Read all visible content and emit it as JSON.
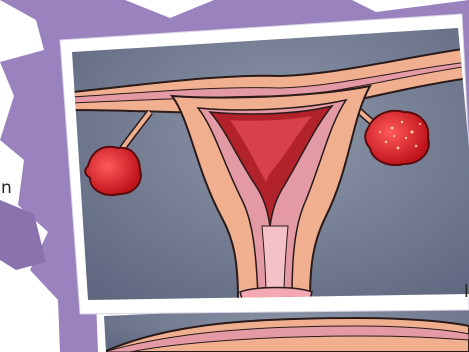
{
  "text_fragments": [
    "n",
    "l."
  ],
  "colors": {
    "backdrop": "#9a82be",
    "photo_background": "#7a8396",
    "photo_border": "#ffffff",
    "uterus_tissue": "#f0b090",
    "uterus_outline": "#2a1a1a",
    "endometrium": "#e39aa4",
    "uterine_cavity": "#b2222a",
    "ovary": "#d81c24"
  },
  "images": [
    {
      "name": "uterus-illustration-photo",
      "description_icon": "uterus-anatomy"
    },
    {
      "name": "second-uterus-photo",
      "description_icon": "uterus-anatomy"
    }
  ]
}
